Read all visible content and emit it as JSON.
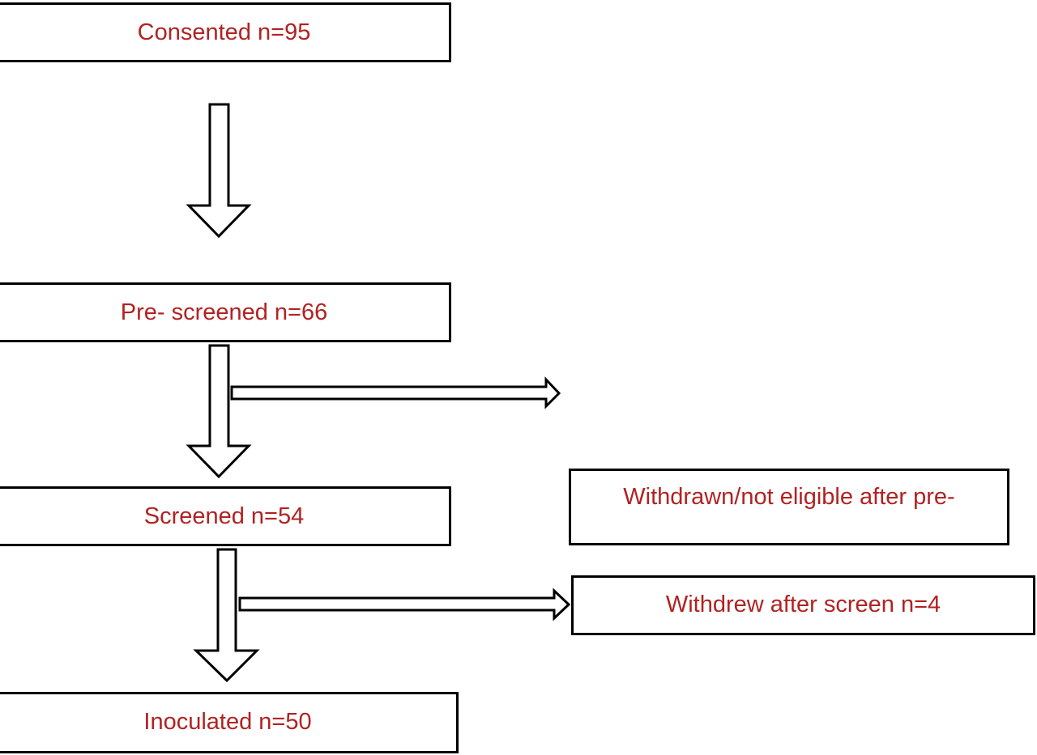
{
  "colors": {
    "text": "#b22222",
    "border": "#000000",
    "background": "#ffffff"
  },
  "boxes": {
    "consented": {
      "label": "Consented n=95"
    },
    "pre_screened": {
      "label": "Pre- screened n=66"
    },
    "screened": {
      "label": "Screened n=54"
    },
    "withdrawn_pre": {
      "label": "Withdrawn/not eligible after pre-"
    },
    "withdrew_screen": {
      "label": "Withdrew after screen n=4"
    },
    "inoculated": {
      "label": "Inoculated n=50"
    }
  }
}
